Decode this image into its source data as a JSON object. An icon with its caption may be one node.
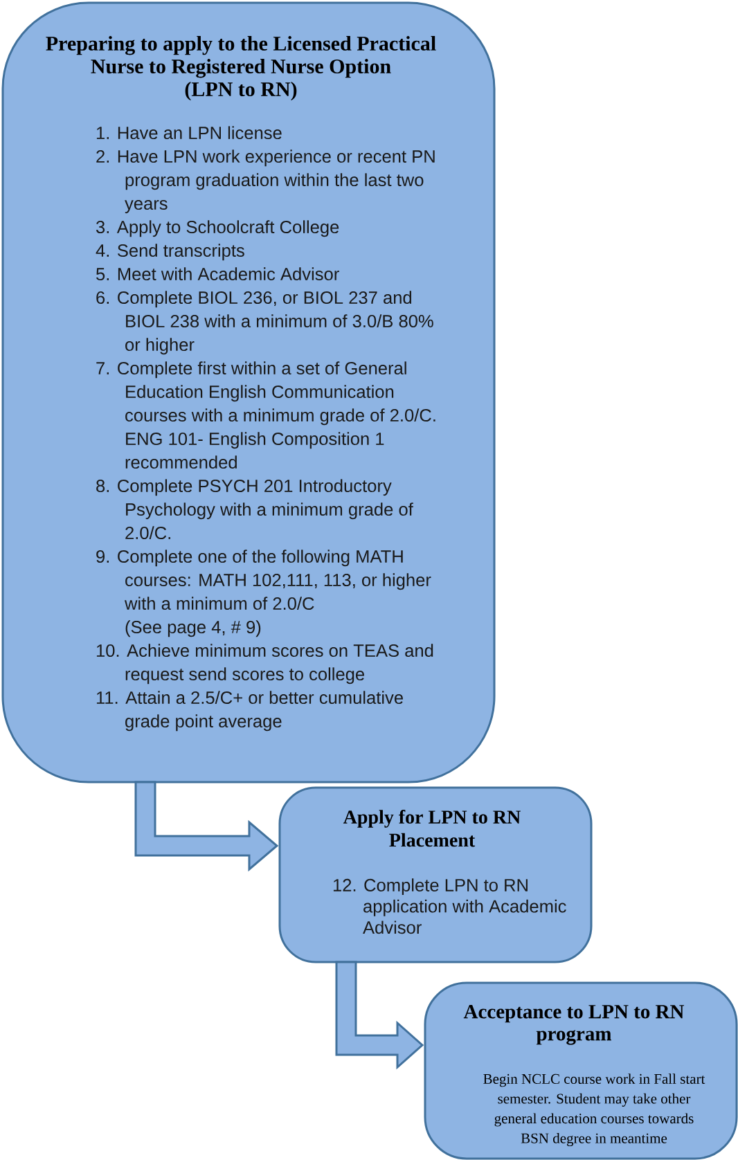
{
  "diagram": {
    "nodes": [
      {
        "text": [
          "Preparing to apply to the Licensed Practical Nurse to Registered Nurse Option",
          "(LPN to RN)",
          "1. Have an LPN license",
          "2. Have LPN work experience or recent PN program graduation within the last two years",
          "3. Apply to Schoolcraft College",
          "4. Send transcripts",
          "5. Meet with Academic Advisor",
          "6. Complete BIOL 236, or BIOL 237 and BIOL 238 with a minimum of 3.0/B 80% or higher",
          "7. Complete first within a set of General Education English Communication courses with a minimum grade of 2.0/C. ENG 101- English Composition 1 recommended",
          "8. Complete PSYCH 201 Introductory Psychology with a minimum grade of 2.0/C.",
          "9. Complete one of the following MATH courses: MATH 102,111, 113, or higher with a minimum of 2.0/C",
          "(See page 4, # 9)",
          "10. Achieve minimum scores on TEAS and request send scores to college",
          "11. Attain a 2.5/C+ or better cumulative grade point average"
        ]
      },
      {
        "text": [
          "Apply for LPN to RN Placement",
          "12. Complete LPN to RN application with Academic Advisor"
        ]
      },
      {
        "text": [
          "Acceptance to LPN to RN program",
          "Begin NCLC course work in Fall start semester. Student may take other general education courses towards BSN degree in meantime"
        ]
      }
    ],
    "edges": [
      {
        "from": 0,
        "to": 1,
        "arrow": "to"
      },
      {
        "from": 1,
        "to": 2,
        "arrow": "to"
      }
    ]
  }
}
